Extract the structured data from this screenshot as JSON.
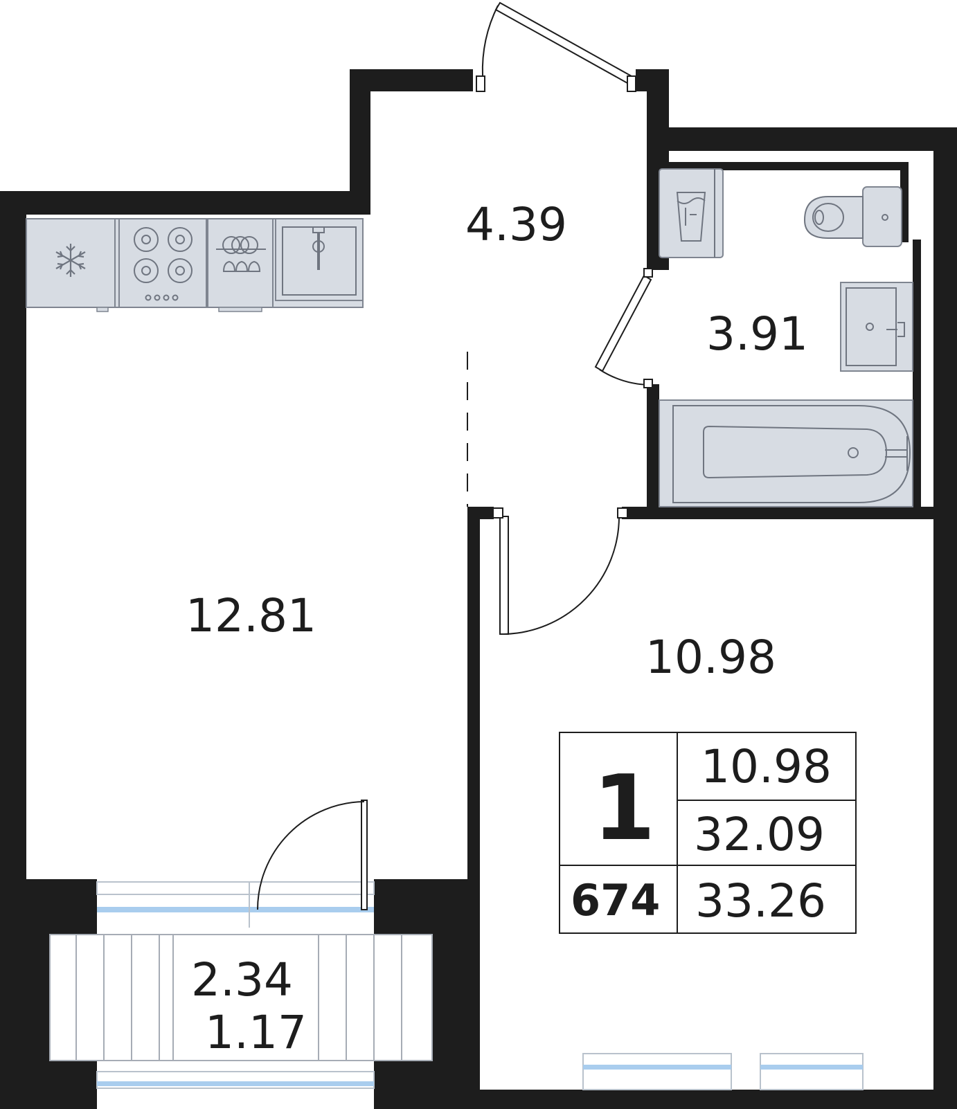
{
  "colors": {
    "wall": "#1d1d1d",
    "fixture_fill": "#d7dce3",
    "fixture_stroke": "#7f8590",
    "window": "#a9cdee",
    "background": "#ffffff"
  },
  "rooms": {
    "kitchen_living": {
      "area": "12.81"
    },
    "hall": {
      "area": "4.39"
    },
    "bathroom": {
      "area": "3.91"
    },
    "bedroom": {
      "area": "10.98"
    },
    "balcony": {
      "area": "2.34",
      "reduced_area": "1.17"
    }
  },
  "summary": {
    "rooms_count": "1",
    "apartment_number": "674",
    "living_area": "10.98",
    "total_area": "32.09",
    "total_area_with_balcony": "33.26"
  },
  "icons": {
    "fridge": "snowflake-icon",
    "stove": "stove-icon",
    "dishwasher": "dishwasher-icon",
    "sink": "sink-icon",
    "washer": "washing-machine-icon",
    "toilet": "toilet-icon",
    "bath": "bathtub-icon"
  }
}
